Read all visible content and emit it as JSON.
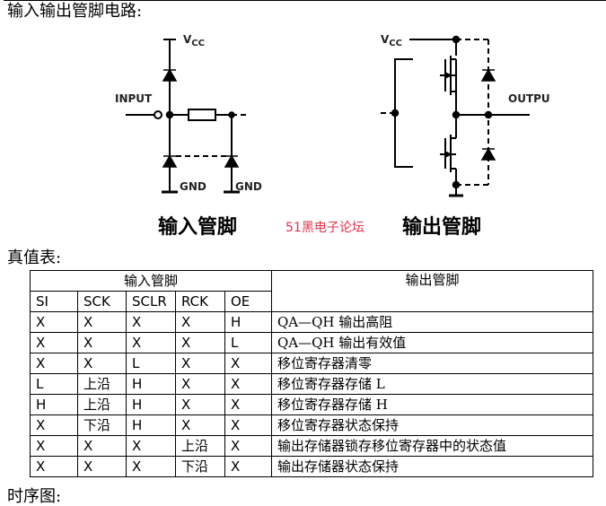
{
  "section_input_output_title": "输入输出管脚电路:",
  "section_truth_title": "真值表:",
  "section_timing_title": "时序图:",
  "circuit": {
    "vcc_left": "V",
    "vcc_left_sub": "CC",
    "vcc_right": "V",
    "vcc_right_sub": "CC",
    "input_label": "INPUT",
    "output_label": "OUTPU",
    "gnd_label_1": "GND",
    "gnd_label_2": "GND",
    "caption_input": "输入管脚",
    "caption_output": "输出管脚",
    "watermark": "51黑电子论坛"
  },
  "truth_table": {
    "group_input": "输入管脚",
    "group_output": "输出管脚",
    "columns": [
      "SI",
      "SCK",
      "SCLR",
      "RCK",
      "OE"
    ],
    "rows": [
      {
        "cells": [
          "X",
          "X",
          "X",
          "X",
          "H"
        ],
        "output": "QA—QH 输出高阻"
      },
      {
        "cells": [
          "X",
          "X",
          "X",
          "X",
          "L"
        ],
        "output": "QA—QH 输出有效值"
      },
      {
        "cells": [
          "X",
          "X",
          "L",
          "X",
          "X"
        ],
        "output": "移位寄存器清零"
      },
      {
        "cells": [
          "L",
          "上沿",
          "H",
          "X",
          "X"
        ],
        "output": "移位寄存器存储 L"
      },
      {
        "cells": [
          "H",
          "上沿",
          "H",
          "X",
          "X"
        ],
        "output": "移位寄存器存储 H"
      },
      {
        "cells": [
          "X",
          "下沿",
          "H",
          "X",
          "X"
        ],
        "output": "移位寄存器状态保持"
      },
      {
        "cells": [
          "X",
          "X",
          "X",
          "上沿",
          "X"
        ],
        "output": "输出存储器锁存移位寄存器中的状态值"
      },
      {
        "cells": [
          "X",
          "X",
          "X",
          "下沿",
          "X"
        ],
        "output": "输出存储器状态保持"
      }
    ]
  }
}
